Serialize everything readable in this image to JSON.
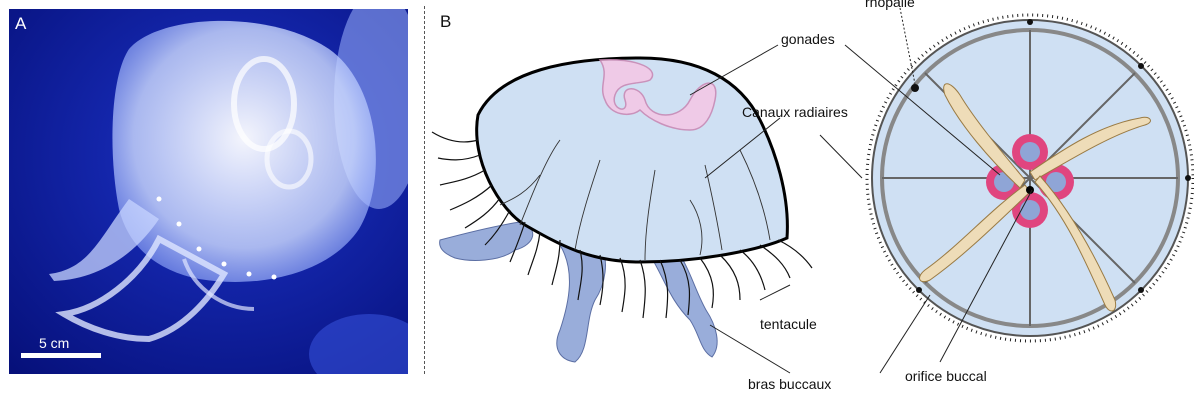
{
  "panel_a": {
    "letter": "A",
    "scale_label": "5 cm",
    "colors": {
      "background": "#0a1a9a",
      "jellyfish": "#dfe9ff"
    }
  },
  "panel_b": {
    "letter": "B",
    "labels": {
      "gonades": "gonades",
      "canaux_radiaires": "Canaux radiaires",
      "tentacule": "tentacule",
      "bras_buccaux": "bras buccaux",
      "rhopalie": "rhopalie",
      "orifice_buccal": "orifice buccal"
    },
    "colors": {
      "bell_fill": "#cfe0f3",
      "gonad": "#f3a5d6",
      "gonad_ring": "#e0457f",
      "oral_arm": "#eedcb8",
      "oral_arm_tip": "#c99a4a",
      "arm_blue": "#8fa5d6"
    }
  }
}
